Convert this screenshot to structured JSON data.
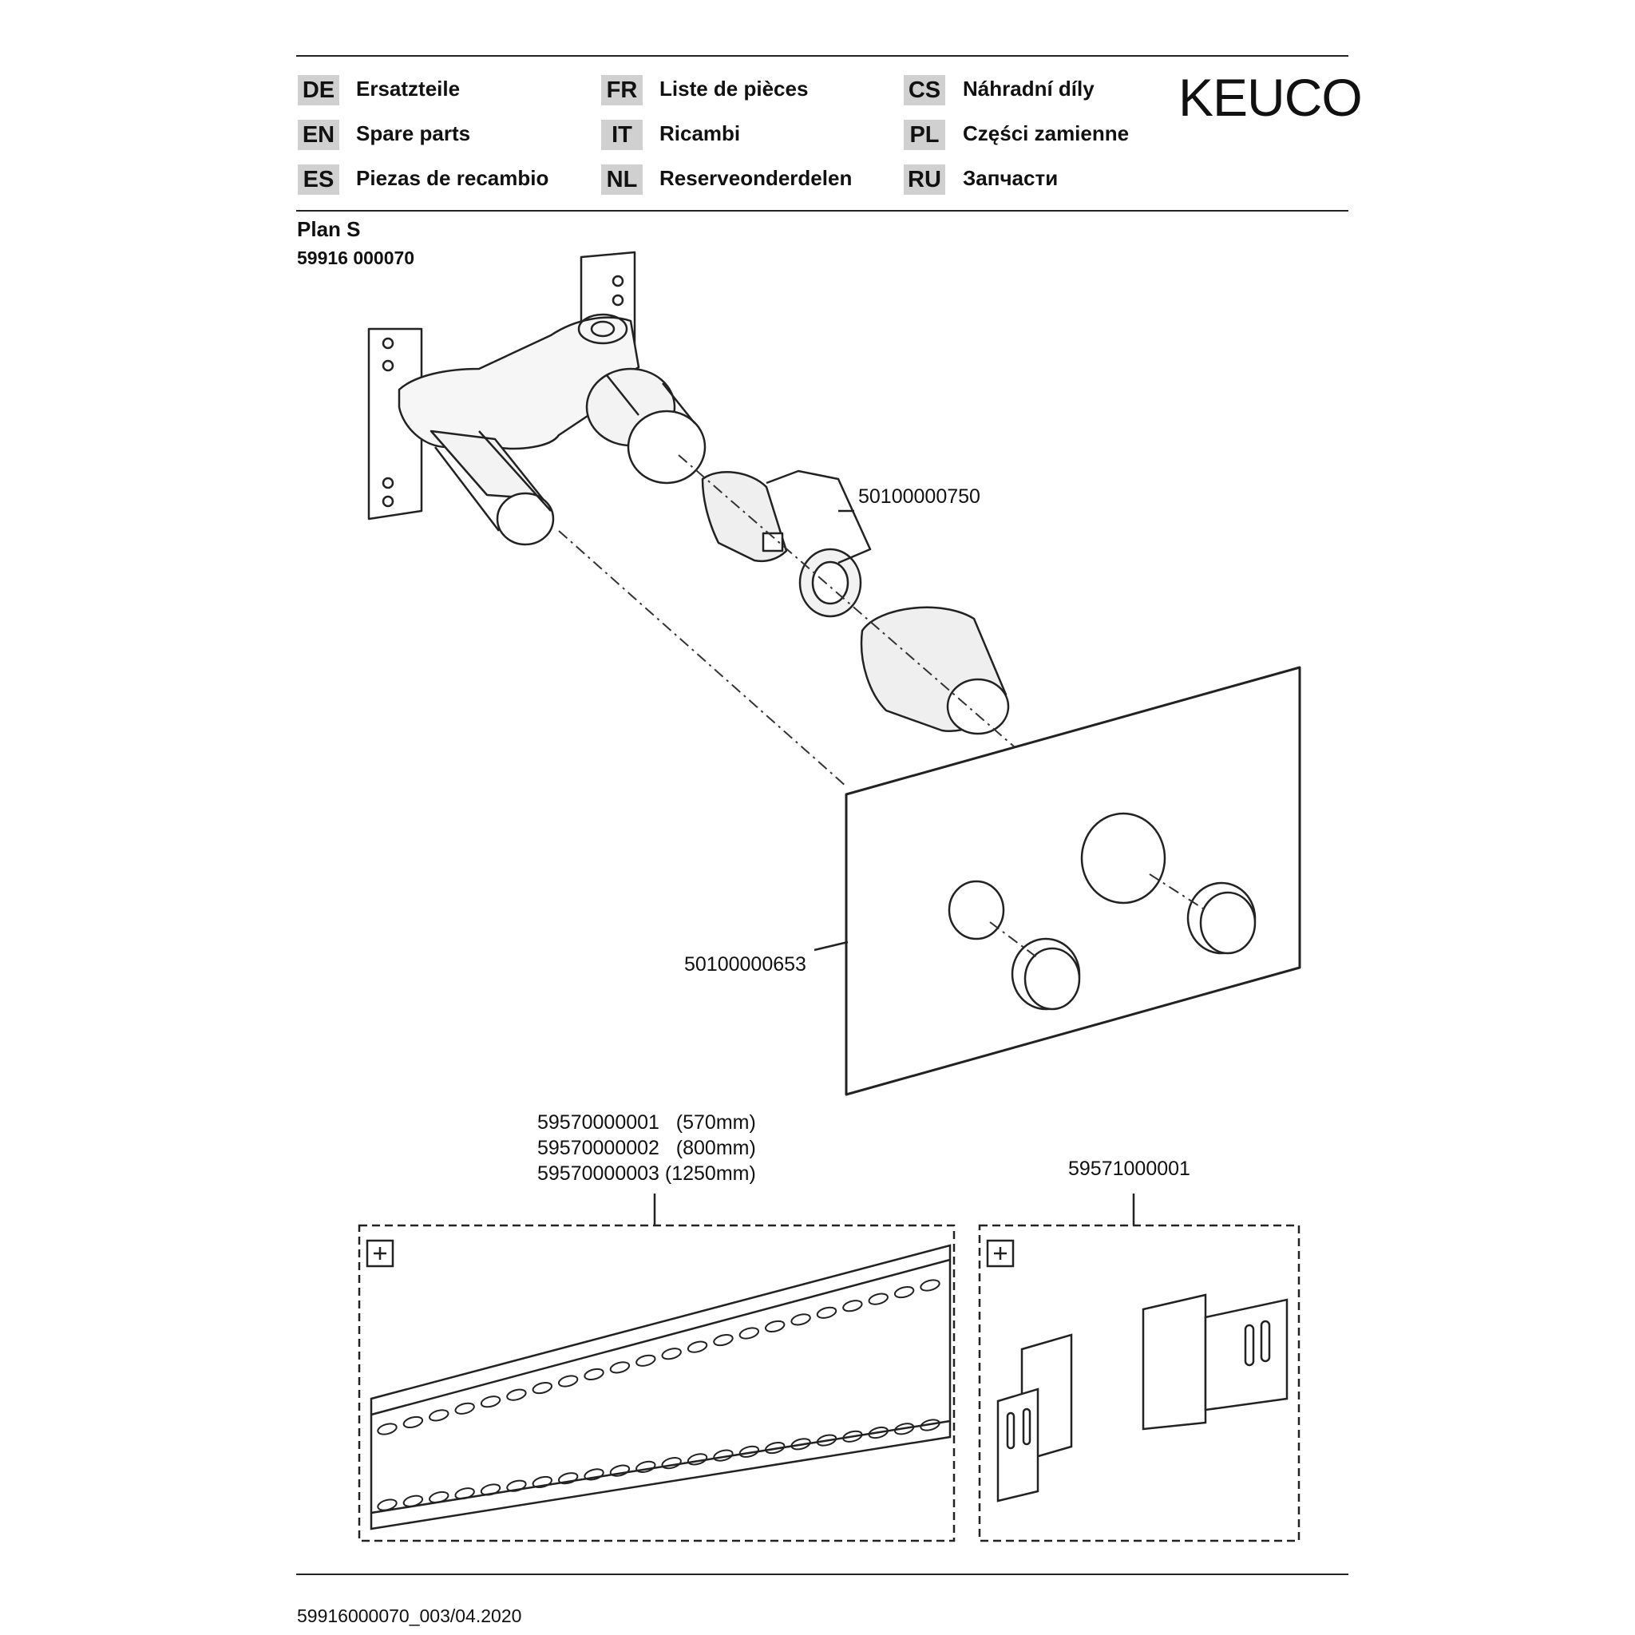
{
  "languages": [
    {
      "code": "DE",
      "label": "Ersatzteile"
    },
    {
      "code": "EN",
      "label": "Spare parts"
    },
    {
      "code": "ES",
      "label": "Piezas de recambio"
    },
    {
      "code": "FR",
      "label": "Liste de pièces"
    },
    {
      "code": "IT",
      "label": "Ricambi"
    },
    {
      "code": "NL",
      "label": "Reserveonderdelen"
    },
    {
      "code": "CS",
      "label": "Náhradní díly"
    },
    {
      "code": "PL",
      "label": "Części zamienne"
    },
    {
      "code": "RU",
      "label": "Запчасти"
    }
  ],
  "brand": "KEUCO",
  "product": {
    "name": "Plan S",
    "code": "59916 000070"
  },
  "parts": {
    "cartridge_set": "50100000750",
    "cover_plate": "50100000653",
    "rail_lines": [
      "59570000001   (570mm)",
      "59570000002   (800mm)",
      "59570000003 (1250mm)"
    ],
    "bracket": "59571000001"
  },
  "footer": "59916000070_003/04.2020"
}
